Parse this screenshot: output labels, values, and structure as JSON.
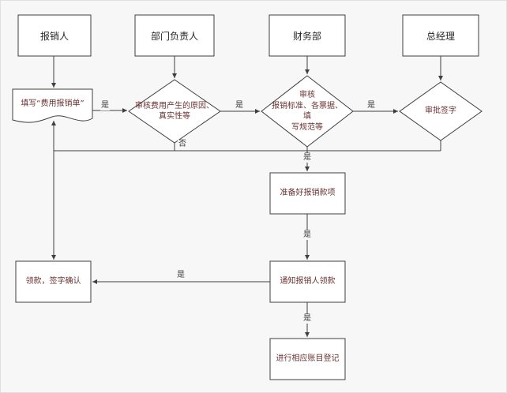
{
  "page": {
    "background": "#f7f7f7"
  },
  "theme": {
    "node_fill": "#ffffff",
    "line_color": "#3f3f3f",
    "header_text_color": "#262626",
    "node_text_color": "#6a3232",
    "edge_label_color": "#3a3a3a"
  },
  "lanes": [
    {
      "label": "报销人"
    },
    {
      "label": "部门负责人"
    },
    {
      "label": "财务部"
    },
    {
      "label": "总经理"
    }
  ],
  "nodes": {
    "fill_form": "填写“费用报销单”",
    "review_reason": "审核费用产生的原因、\n真实性等",
    "review_standard": "审核\n报销标准、各票据、填\n写规范等",
    "approve_sign": "审批签字",
    "prepare_funds": "准备好报销款项",
    "notify_collect": "通知报销人领款",
    "collect_sign": "领款，签字确认",
    "register_accounts": "进行相应账目登记"
  },
  "edge_labels": {
    "yes": "是",
    "no": "否"
  }
}
